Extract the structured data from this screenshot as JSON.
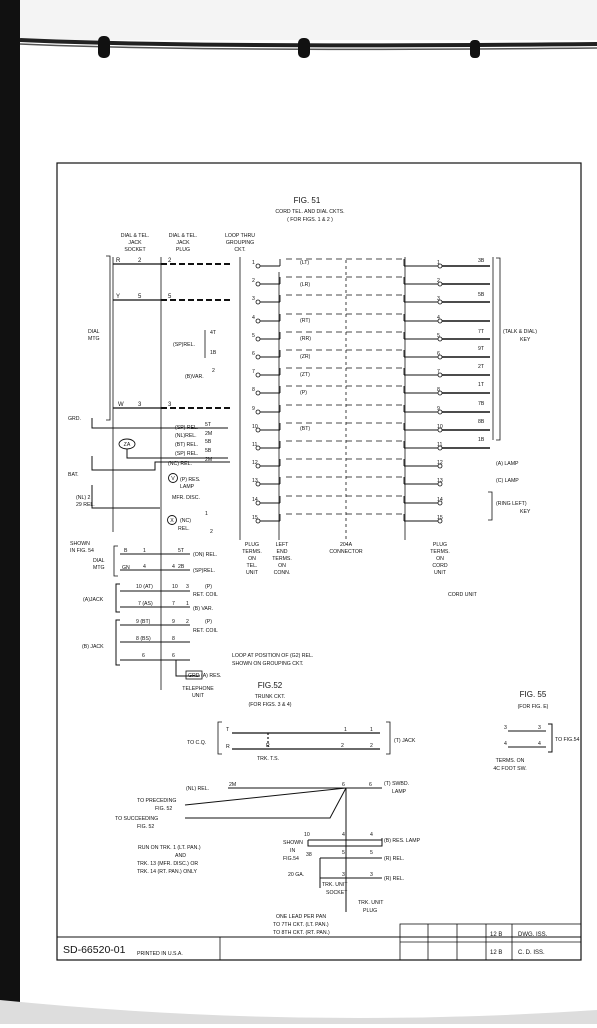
{
  "fig51": {
    "title": "FIG. 51",
    "sub1": "CORD TEL. AND DIAL CKTS.",
    "sub2": "( FOR FIGS. 1 & 2 )",
    "col_heads": {
      "socket": [
        "DIAL & TEL.",
        "JACK",
        "SOCKET"
      ],
      "plug": [
        "DIAL & TEL.",
        "JACK",
        "PLUG"
      ],
      "loop": [
        "LOOP THRU",
        "GROUPING",
        "CKT."
      ]
    },
    "left_labels": {
      "dial_mtg": [
        "DIAL",
        "MTG"
      ],
      "grd": "GRD.",
      "bat": "BAT.",
      "nl_rel": [
        "(NL) 2",
        "29 REL."
      ],
      "shown": [
        "SHOWN",
        "IN FIG. 54"
      ],
      "za": "ZA",
      "v": "V",
      "x": "X"
    },
    "socket_pins": [
      "R",
      "2",
      "Y",
      "5",
      "W",
      "3"
    ],
    "plug_pins": [
      "2",
      "5",
      "3"
    ],
    "lamp_labels": [
      "(LT)",
      "(LR)",
      "(RT)",
      "(RR)",
      "(ZR)",
      "(ZT)",
      "(P)",
      "(BT)"
    ],
    "term_numbers": [
      "1",
      "2",
      "3",
      "4",
      "5",
      "6",
      "7",
      "8",
      "9",
      "10",
      "11",
      "12",
      "13",
      "14",
      "15"
    ],
    "relay_labels": {
      "sp_rel": "(SP)REL.",
      "sp_4t": "4T",
      "sp_1b": "1B",
      "b_var": "(B)VAR.",
      "b_var_pin": "2",
      "sp_rel_5t": "(SP) REL.",
      "pin_5t": "5T",
      "nl_rel_2m": "(NL)REL.",
      "pin_2m": "2M",
      "bt_rel_5b": "(BT) REL.",
      "pin_5b": "5B",
      "sp_rel_5b": "(SP) REL.",
      "pin_5b2": "5B",
      "nc_rel": "(NC) REL.",
      "pin_2m2": "2M",
      "p_res_lamp": [
        "(P) RES.",
        "LAMP"
      ],
      "mfr_disc": "MFR. DISC.",
      "nc_rel2": [
        "(NC)",
        "REL."
      ],
      "nc_pin1": "1",
      "nc_pin2": "2"
    },
    "bottom_left": {
      "dial_mtg": [
        "DIAL",
        "MTG"
      ],
      "b": "B",
      "gn": "GN",
      "pins_b": [
        "1",
        "5T"
      ],
      "pins_gn": [
        "4",
        "4",
        "2B"
      ],
      "on_rel": "(ON) REL.",
      "sp_rel": "(SP)REL.",
      "ajack": "(A)JACK",
      "bjack": "(B) JACK",
      "rows": [
        [
          "10 (AT)",
          "10",
          "3",
          "(P)"
        ],
        [
          "",
          "",
          "",
          "RET. COIL"
        ],
        [
          "7 (AS)",
          "7",
          "1",
          "(B) VAR."
        ],
        [
          "9 (BT)",
          "9",
          "2",
          "(P)"
        ],
        [
          "",
          "",
          "",
          "RET. COIL"
        ],
        [
          "8 (BS)",
          "8",
          ""
        ],
        [
          "6",
          "6",
          ""
        ]
      ],
      "grd_a_res": "GRD (A) RES.",
      "loop_note": [
        "LOOP AT POSITION OF (G2) REL.",
        "SHOWN ON GROUPING CKT."
      ],
      "telephone_unit": [
        "TELEPHONE",
        "UNIT"
      ]
    },
    "col_foot": {
      "plug_terms_tel": [
        "PLUG",
        "TERMS.",
        "ON",
        "TEL.",
        "UNIT"
      ],
      "left_end_terms": [
        "LEFT",
        "END",
        "TERMS.",
        "ON",
        "CONN."
      ],
      "connector": [
        "204A",
        "CONNECTOR"
      ],
      "plug_terms_cord": [
        "PLUG",
        "TERMS.",
        "ON",
        "CORD",
        "UNIT"
      ],
      "cord_unit": "CORD UNIT"
    },
    "right_terms": [
      "3B",
      "5B",
      "7T",
      "9T",
      "2T",
      "1T",
      "7B",
      "8B",
      "1B"
    ],
    "right_plug_terms": [
      "1",
      "2",
      "3",
      "4",
      "5",
      "6",
      "7",
      "8",
      "9",
      "10",
      "11",
      "12",
      "13",
      "14",
      "15"
    ],
    "right_labels": {
      "talk_dial": [
        "(TALK & DIAL)",
        "KEY"
      ],
      "a_lamp": "(A) LAMP",
      "c_lamp": "(C) LAMP",
      "ring_left": [
        "(RING LEFT)",
        "KEY"
      ]
    }
  },
  "fig52": {
    "title": "FIG.52",
    "sub1": "TRUNK CKT.",
    "sub2": "(FOR FIGS. 3 & 4)",
    "to_cq": "TO C.Q.",
    "t": "T",
    "r": "R",
    "pins": [
      "1",
      "1",
      "2",
      "2",
      "R"
    ],
    "t_jack": "(T) JACK",
    "trk_ts": "TRK. T.S.",
    "nl_rel": "(NL) REL.",
    "pin_2m": "2M",
    "pin_6a": "6",
    "pin_6b": "6",
    "swbd_lamp": [
      "(T) SWBD.",
      "LAMP"
    ],
    "to_preceding": [
      "TO PRECEDING",
      "FIG. 52"
    ],
    "to_succeeding": [
      "TO SUCCEEDING",
      "FIG. 52"
    ],
    "run_on": [
      "RUN ON TRK. 1 (LT. PAN.)",
      "AND",
      "TRK. 13 (MFR. DISC.) OR",
      "TRK. 14 (RT. PAN.) ONLY"
    ],
    "shown": [
      "SHOWN",
      "IN",
      "FIG.54"
    ],
    "pins_lower": [
      "10",
      "4",
      "4",
      "38",
      "5",
      "5",
      "3",
      "3"
    ],
    "b_res_lamp": "(B) RES. LAMP",
    "r_rel": "(R) REL.",
    "r_rel2": "(R) REL.",
    "ga": "20 GA.",
    "trk_unit_socket": [
      "TRK. UNIT",
      "SOCKET"
    ],
    "trk_unit_plug": [
      "TRK. UNIT",
      "PLUG"
    ],
    "one_lead": [
      "ONE LEAD PER PAN",
      "TO 7TH CKT. (LT. PAN.)",
      "TO 8TH CKT. (RT. PAN.)"
    ]
  },
  "fig55": {
    "title": "FIG. 55",
    "sub": "(FOR FIG. E)",
    "pins": [
      "3",
      "3",
      "4",
      "4"
    ],
    "to_fig": "TO FIG.54",
    "terms": [
      "TERMS. ON",
      "4C FOOT SW."
    ]
  },
  "title_block": {
    "dwg_number": "SD-66520-01",
    "printed": "PRINTED IN U.S.A.",
    "issue1": "12 B",
    "dwg_iss": "DWG. ISS.",
    "issue2": "12 B",
    "cd_iss": "C. D. ISS."
  }
}
